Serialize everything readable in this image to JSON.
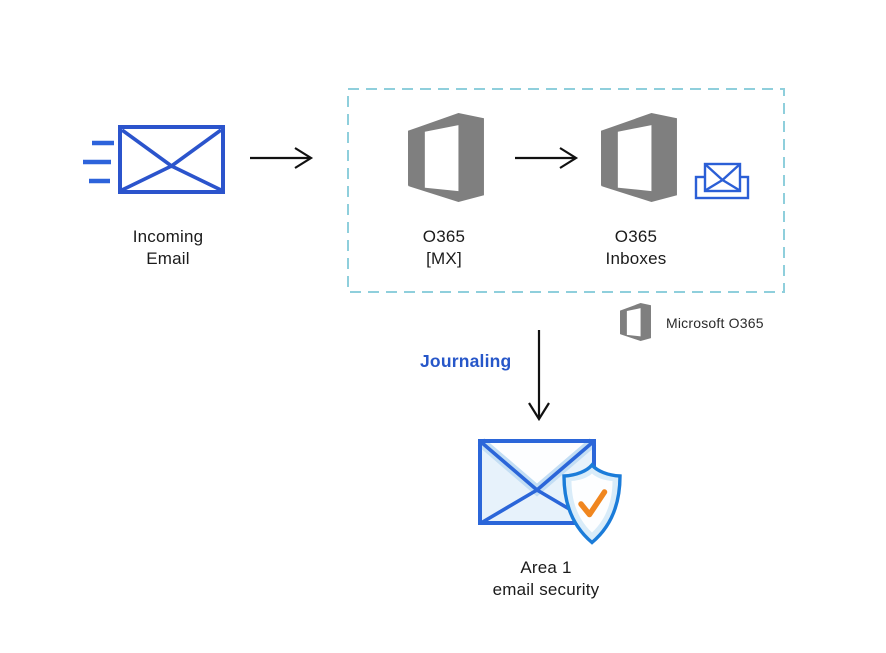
{
  "diagram": {
    "nodes": {
      "incoming_email": {
        "label_line1": "Incoming",
        "label_line2": "Email"
      },
      "o365_mx": {
        "label_line1": "O365",
        "label_line2": "[MX]"
      },
      "o365_inboxes": {
        "label_line1": "O365",
        "label_line2": "Inboxes"
      },
      "area1": {
        "label_line1": "Area 1",
        "label_line2": "email security"
      }
    },
    "legend": {
      "label": "Microsoft O365"
    },
    "edges": {
      "journaling_label": "Journaling"
    },
    "icons": {
      "incoming_email": "envelope-with-speed-lines-icon",
      "o365": "office365-cube-logo",
      "inboxes": "envelope-in-tray-icon",
      "area1": "envelope-with-shield-check-icon",
      "flow": [
        "arrow-right-icon",
        "arrow-right-icon",
        "arrow-down-icon"
      ]
    },
    "colors": {
      "envelope_blue": "#2B54CC",
      "speedline_blue": "#2D63DB",
      "office_gray": "#7F7F7F",
      "dashed_border": "#8FCFDC",
      "journaling_blue": "#2757C9",
      "arrow_black": "#111111",
      "area1_outline_blue": "#2B66D9",
      "shield_blue": "#1B7CD9",
      "pale_blue_fill": "#D9ECF9",
      "check_orange": "#F0861F",
      "inbox_icon_blue": "#2B5FD6",
      "label_text": "#1B1B1B"
    }
  }
}
